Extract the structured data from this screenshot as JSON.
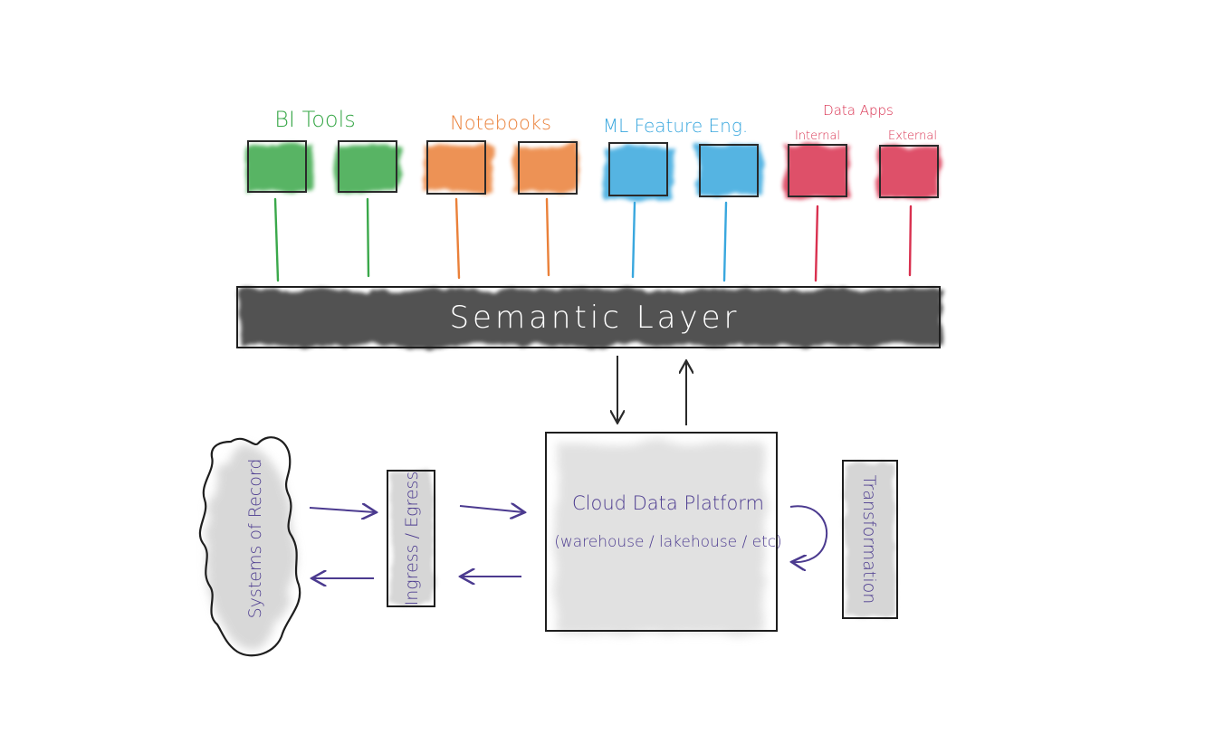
{
  "consumers": {
    "bi_tools": {
      "label": "BI Tools",
      "color": "#3aa84a"
    },
    "notebooks": {
      "label": "Notebooks",
      "color": "#ea8039"
    },
    "ml": {
      "label": "ML Feature Eng.",
      "color": "#39a7de"
    },
    "data_apps": {
      "label": "Data Apps",
      "color": "#d9304f",
      "internal_label": "Internal",
      "external_label": "External"
    }
  },
  "semantic_layer": {
    "label": "Semantic Layer",
    "fill": "#4a4a4a"
  },
  "systems_of_record": {
    "label": "Systems of Record"
  },
  "ingress_egress": {
    "label": "Ingress / Egress"
  },
  "cloud_platform": {
    "label_line1": "Cloud Data Platform",
    "label_line2": "(warehouse / lakehouse / etc)"
  },
  "transformation": {
    "label": "Transformation"
  },
  "colors": {
    "ink": "#2a2a2a",
    "arrow": "#4b3a8f",
    "wash": "#d5d5d5"
  }
}
